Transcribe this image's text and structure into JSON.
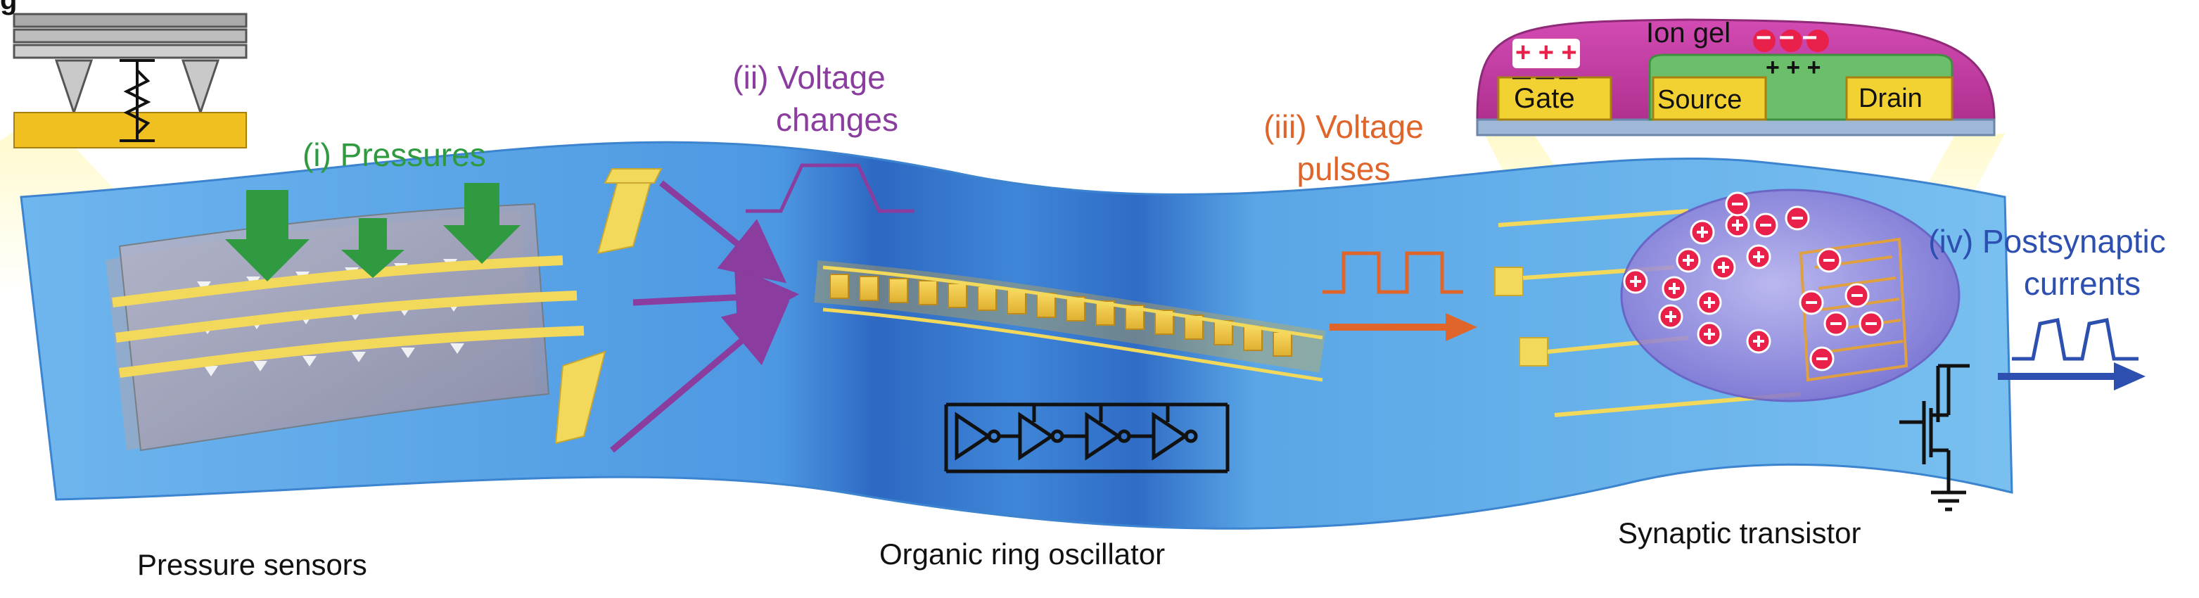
{
  "panel_letter": "g",
  "stages": {
    "pressures": "(i) Pressures",
    "voltage_changes_1": "(ii) Voltage",
    "voltage_changes_2": "changes",
    "voltage_pulses_1": "(iii) Voltage",
    "voltage_pulses_2": "pulses",
    "postsynaptic_1": "(iv) Postsynaptic",
    "postsynaptic_2": "currents"
  },
  "captions": {
    "pressure_sensors": "Pressure sensors",
    "ring_oscillator": "Organic ring oscillator",
    "synaptic_transistor": "Synaptic transistor"
  },
  "transistor_inset": {
    "ion_gel": "Ion gel",
    "gate": "Gate",
    "source": "Source",
    "drain": "Drain",
    "plus_left": "+ + +",
    "minus_left": "— — —",
    "minus_right": "− − −",
    "plus_right": "+ + +"
  },
  "colors": {
    "pressures": "#2f9a3f",
    "voltage_changes": "#8a3d9e",
    "voltage_pulses": "#e0652a",
    "postsynaptic": "#2d4fb0",
    "substrate": "#5aa6e6",
    "electrode": "#f2d95c"
  }
}
